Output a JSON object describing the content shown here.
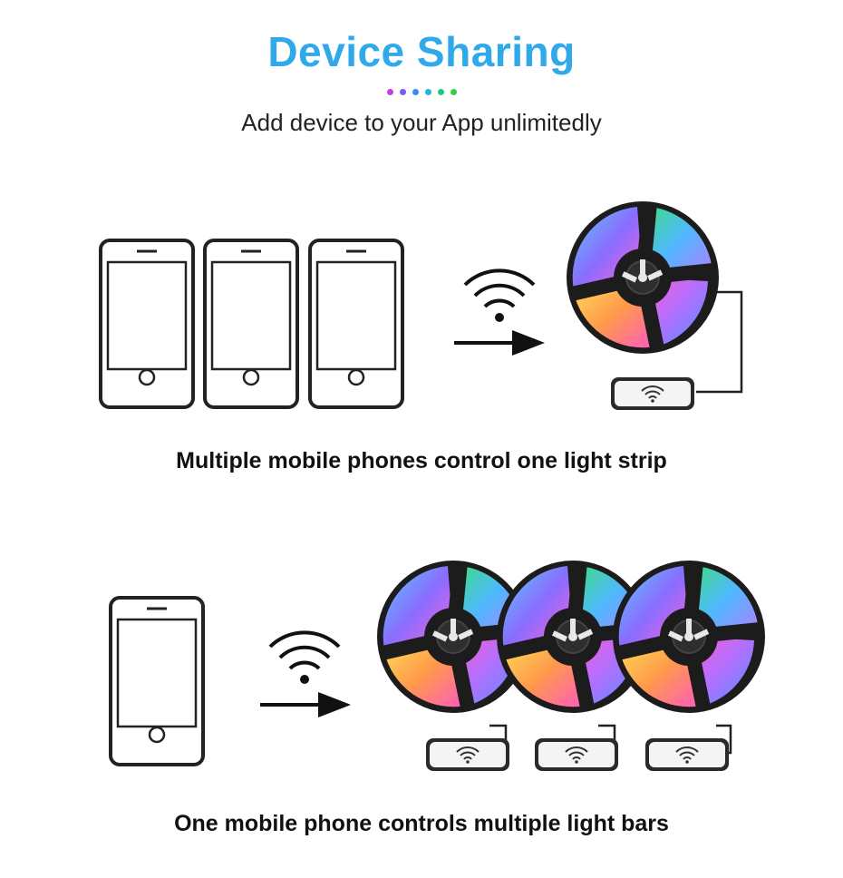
{
  "header": {
    "title": "Device Sharing",
    "subtitle": "Add device to your App unlimitedly",
    "dot_colors": [
      "#c040e0",
      "#7a5cf0",
      "#3b8cf0",
      "#20b8e0",
      "#20c880",
      "#30d040"
    ]
  },
  "section_1": {
    "caption": "Multiple mobile phones control one light strip",
    "phone_count": 3,
    "light_strip_count": 1
  },
  "section_2": {
    "caption": "One mobile phone controls multiple light bars",
    "phone_count": 1,
    "light_strip_count": 3
  }
}
